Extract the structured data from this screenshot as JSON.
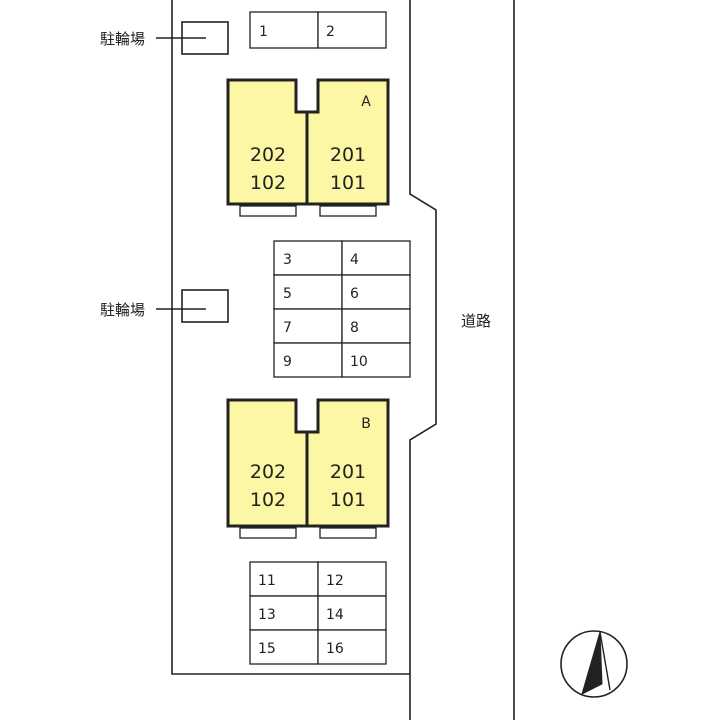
{
  "bicycle_parking_label": "駐輪場",
  "road_label": "道路",
  "parking_spaces": [
    "1",
    "2",
    "3",
    "4",
    "5",
    "6",
    "7",
    "8",
    "9",
    "10",
    "11",
    "12",
    "13",
    "14",
    "15",
    "16"
  ],
  "buildings": [
    {
      "name": "A",
      "west_unit": {
        "upper": "202",
        "lower": "102"
      },
      "east_unit": {
        "upper": "201",
        "lower": "101"
      }
    },
    {
      "name": "B",
      "west_unit": {
        "upper": "202",
        "lower": "102"
      },
      "east_unit": {
        "upper": "201",
        "lower": "101"
      }
    }
  ],
  "colors": {
    "building_fill": "#fcf7a4",
    "outline": "#222222",
    "background": "#ffffff"
  },
  "compass_icon": "north-arrow-icon"
}
